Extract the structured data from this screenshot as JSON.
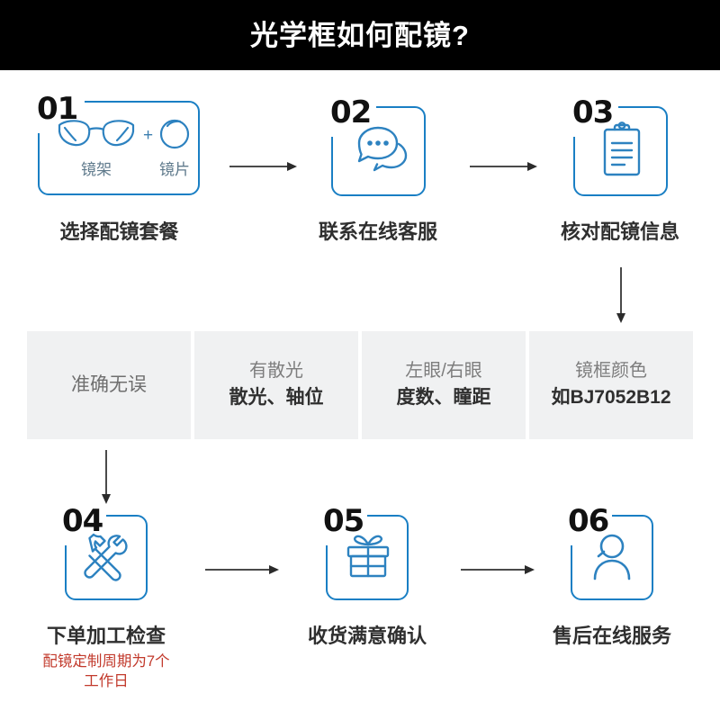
{
  "header": {
    "title": "光学框如何配镜?"
  },
  "colors": {
    "accent_blue": "#1a7fc4",
    "header_bg": "#000000",
    "panel_bg": "#f0f1f2",
    "caption_text": "#2f2f2f",
    "note_red": "#c23a2c",
    "arrow": "#2b2b2b"
  },
  "steps": [
    {
      "number": "01",
      "icon": "glasses-frame-and-lens-icon",
      "caption": "选择配镜套餐",
      "inner": {
        "left_label": "镜架",
        "plus": "+",
        "right_label": "镜片"
      }
    },
    {
      "number": "02",
      "icon": "chat-bubbles-icon",
      "caption": "联系在线客服"
    },
    {
      "number": "03",
      "icon": "clipboard-checklist-icon",
      "caption": "核对配镜信息"
    },
    {
      "number": "04",
      "icon": "hammer-wrench-tools-icon",
      "caption": "下单加工检查",
      "note_line1": "配镜定制周期为7个",
      "note_line2": "工作日"
    },
    {
      "number": "05",
      "icon": "gift-box-icon",
      "caption": "收货满意确认"
    },
    {
      "number": "06",
      "icon": "user-person-icon",
      "caption": "售后在线服务"
    }
  ],
  "panels": [
    {
      "line1": "准确无误",
      "line2": ""
    },
    {
      "line1": "有散光",
      "line2": "散光、轴位"
    },
    {
      "line1": "左眼/右眼",
      "line2": "度数、瞳距"
    },
    {
      "line1": "镜框颜色",
      "line2": "如BJ7052B12"
    }
  ]
}
